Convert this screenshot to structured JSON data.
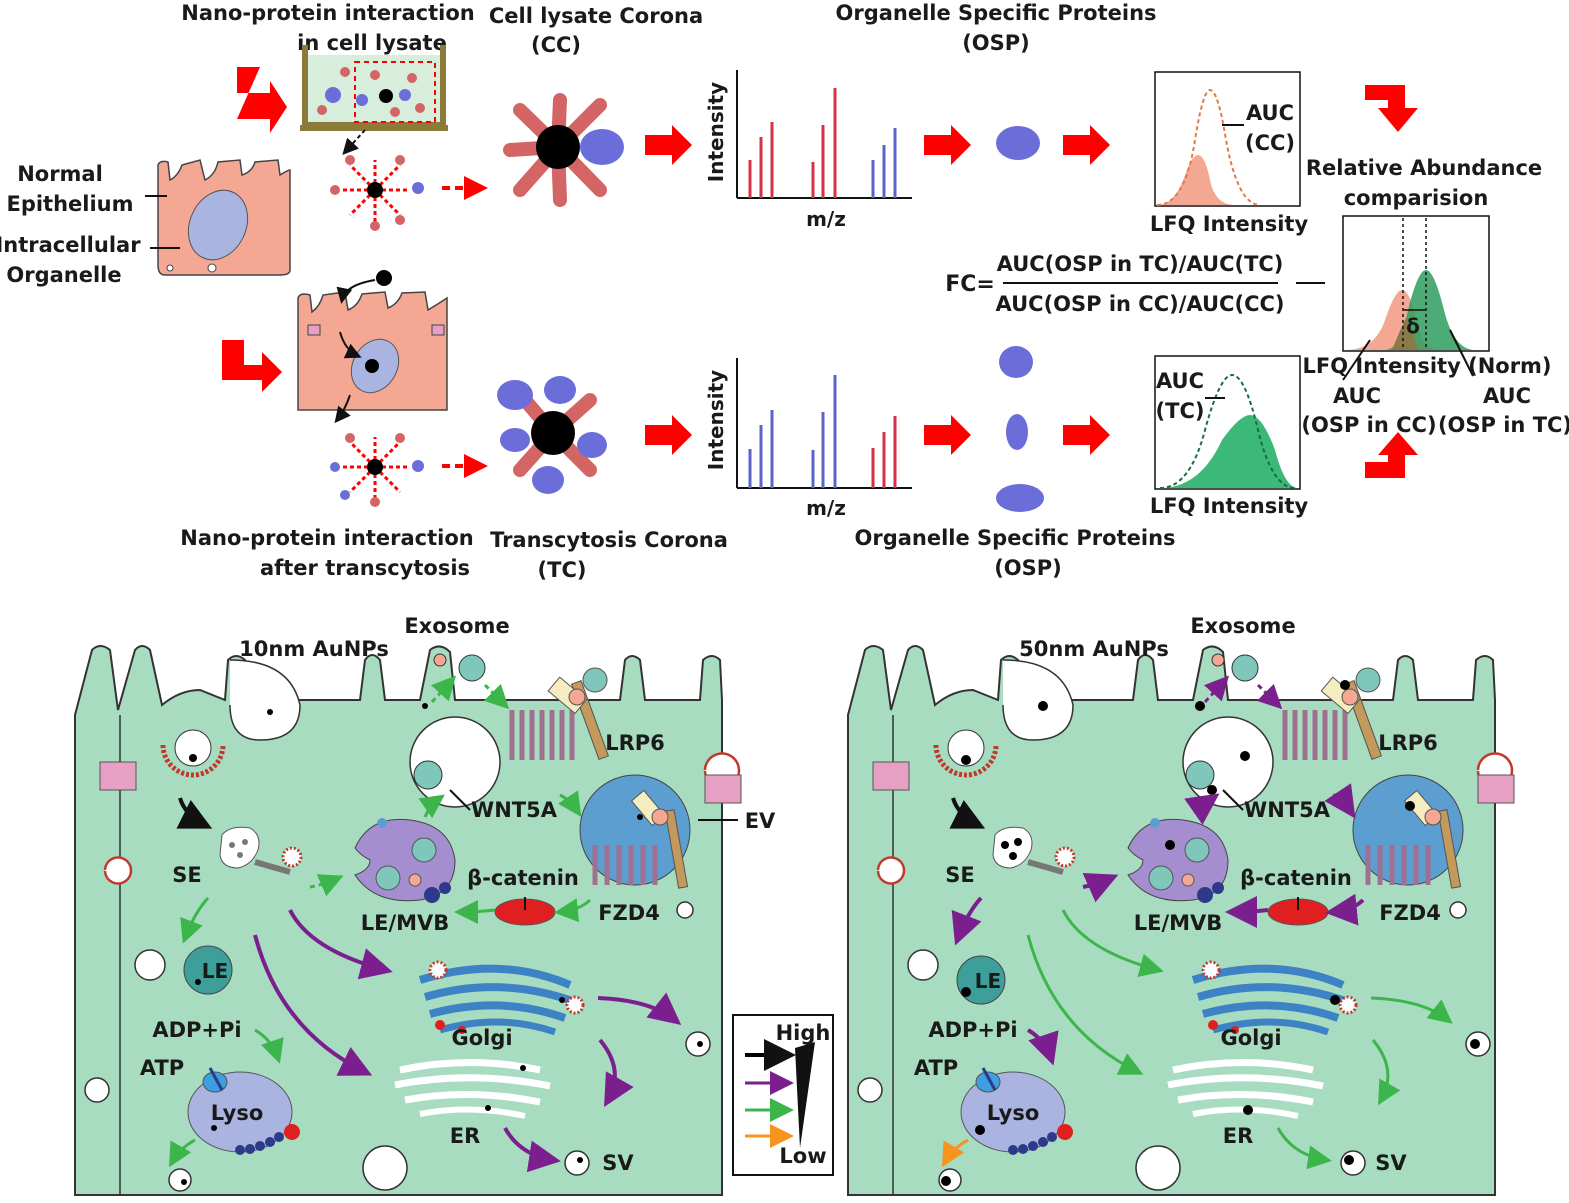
{
  "top": {
    "label_nano_lysate_1": "Nano-protein interaction",
    "label_nano_lysate_2": "in cell lysate",
    "label_cc_1": "Cell lysate Corona",
    "label_cc_2": "(CC)",
    "label_osp_top_1": "Organelle Specific Proteins",
    "label_osp_top_2": "(OSP)",
    "label_normal_1": "Normal",
    "label_normal_2": "Epithelium",
    "label_intracell_1": "Intracellular",
    "label_intracell_2": "Organelle",
    "axis_intensity_top": "Intensity",
    "axis_mz_top": "m/z",
    "axis_intensity_bottom": "Intensity",
    "axis_mz_bottom": "m/z",
    "auc_cc_1": "AUC",
    "auc_cc_2": "(CC)",
    "lfq_top": "LFQ Intensity",
    "rel_abund_1": "Relative Abundance",
    "rel_abund_2": "comparision",
    "fc_label": "FC=",
    "fc_numerator": "AUC(OSP in TC)/AUC(TC)",
    "fc_denominator": "AUC(OSP in CC)/AUC(CC)",
    "delta": "δ",
    "lfq_norm": "LFQ Intensity (Norm)",
    "auc_osp_cc_1": "AUC",
    "auc_osp_cc_2": "(OSP in CC)",
    "auc_osp_tc_1": "AUC",
    "auc_osp_tc_2": "(OSP in TC)",
    "auc_tc_1": "AUC",
    "auc_tc_2": "(TC)",
    "lfq_bottom": "LFQ Intensity",
    "label_nano_trans_1": "Nano-protein interaction",
    "label_nano_trans_2": "after transcytosis",
    "label_tc_1": "Transcytosis Corona",
    "label_tc_2": "(TC)",
    "label_osp_bot_1": "Organelle Specific Proteins",
    "label_osp_bot_2": "(OSP)"
  },
  "left_panel": {
    "exosome": "Exosome",
    "np_label": "10nm AuNPs",
    "lrp6": "LRP6",
    "wnt5a": "WNT5A",
    "ev": "EV",
    "se": "SE",
    "beta_catenin": "β-catenin",
    "lemvb": "LE/MVB",
    "fzd4": "FZD4",
    "le": "LE",
    "adp": "ADP+Pi",
    "atp": "ATP",
    "golgi": "Golgi",
    "lyso": "Lyso",
    "er": "ER",
    "sv": "SV"
  },
  "legend": {
    "high": "High",
    "low": "Low",
    "colors": [
      "#000000",
      "#7b1f8f",
      "#3cb54a",
      "#f7941d"
    ]
  },
  "right_panel": {
    "exosome": "Exosome",
    "np_label": "50nm AuNPs",
    "lrp6": "LRP6",
    "wnt5a": "WNT5A",
    "se": "SE",
    "beta_catenin": "β-catenin",
    "lemvb": "LE/MVB",
    "fzd4": "FZD4",
    "le": "LE",
    "adp": "ADP+Pi",
    "atp": "ATP",
    "golgi": "Golgi",
    "lyso": "Lyso",
    "er": "ER",
    "sv": "SV"
  },
  "colors": {
    "cell_green": "#a8dcc0",
    "cell_pink": "#f4a894",
    "arrow_red": "#ff0000",
    "peak_red": "#d9304a",
    "peak_blue": "#5b64c8",
    "curve_orange": "#e07a4a",
    "curve_green": "#2e9e5e"
  }
}
